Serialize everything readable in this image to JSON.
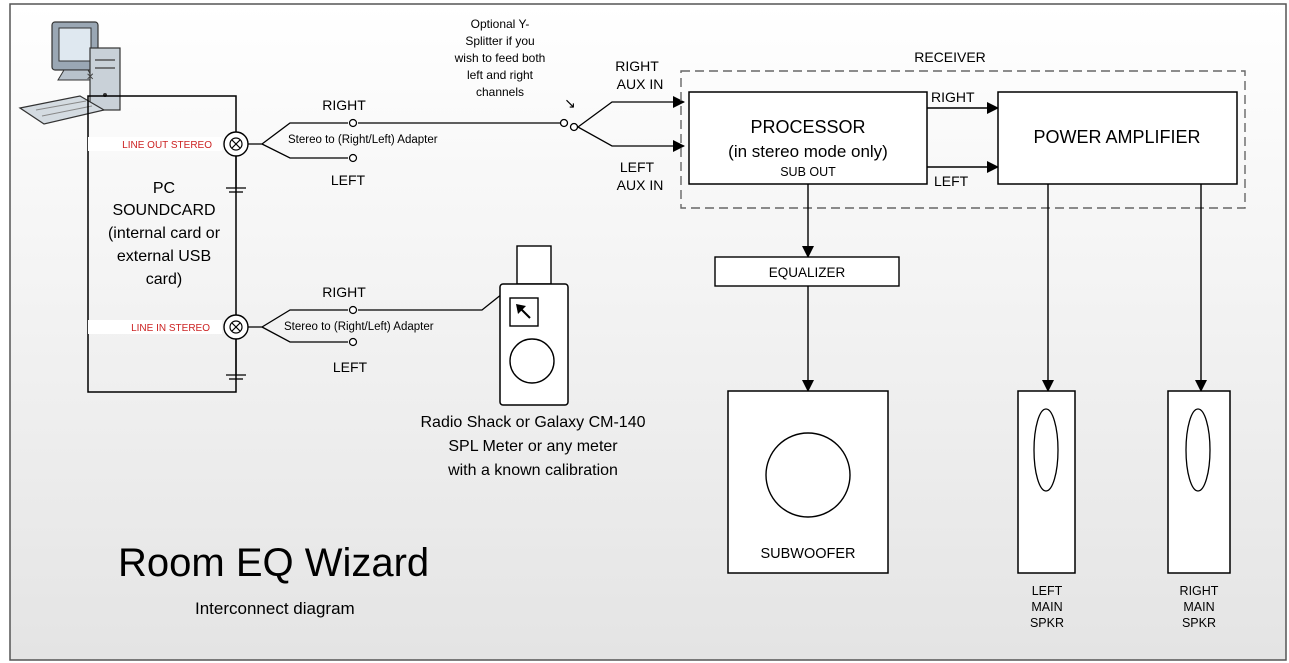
{
  "title": "Room EQ Wizard",
  "subtitle": "Interconnect diagram",
  "pc": {
    "line_out_label": "LINE OUT STEREO",
    "line_in_label": "LINE IN STEREO",
    "soundcard_lines": [
      "PC",
      "SOUNDCARD",
      "(internal card or",
      "external USB",
      "card)"
    ]
  },
  "adapters": {
    "top": {
      "right": "RIGHT",
      "left": "LEFT",
      "label": "Stereo to (Right/Left) Adapter"
    },
    "bottom": {
      "right": "RIGHT",
      "left": "LEFT",
      "label": "Stereo to (Right/Left) Adapter"
    }
  },
  "splitter_note": [
    "Optional Y-",
    "Splitter if you",
    "wish to feed both",
    "left and right",
    "channels"
  ],
  "splitter_arrow": "↘",
  "receiver": {
    "label": "RECEIVER",
    "right_aux_in": [
      "RIGHT",
      "AUX IN"
    ],
    "left_aux_in": [
      "LEFT",
      "AUX IN"
    ],
    "processor_lines": [
      "PROCESSOR",
      "(in stereo mode only)"
    ],
    "sub_out": "SUB OUT",
    "right": "RIGHT",
    "left": "LEFT",
    "power_amp": "POWER AMPLIFIER"
  },
  "equalizer": "EQUALIZER",
  "subwoofer": "SUBWOOFER",
  "left_speaker": [
    "LEFT",
    "MAIN",
    "SPKR"
  ],
  "right_speaker": [
    "RIGHT",
    "MAIN",
    "SPKR"
  ],
  "meter_caption": [
    "Radio Shack or Galaxy CM-140",
    "SPL Meter or any meter",
    "with a known calibration"
  ],
  "colors": {
    "accent_red": "#cc2222",
    "line": "#000000",
    "background_top": "#ffffff",
    "background_bottom": "#e6e6e6"
  }
}
